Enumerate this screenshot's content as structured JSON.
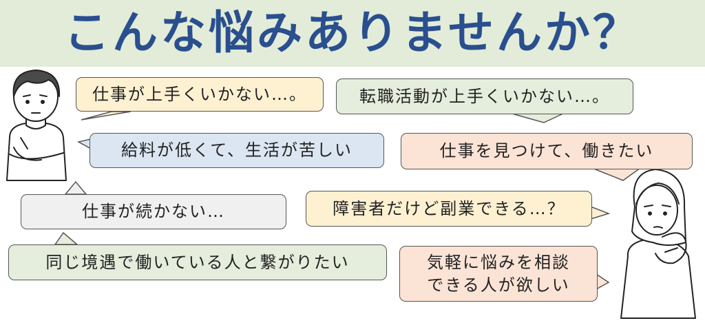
{
  "title": "こんな悩みありませんか？",
  "colors": {
    "banner": "#e2ecd8",
    "title": "#2a4f8f",
    "yellow": "#fdf1d2",
    "green": "#e5eddc",
    "blue": "#dbe6f2",
    "pink": "#fbe3d6",
    "gray": "#f0f0f0"
  },
  "bubbles": [
    {
      "text": "仕事が上手くいかない…。",
      "color": "yellow"
    },
    {
      "text": "転職活動が上手くいかない…。",
      "color": "green"
    },
    {
      "text": "給料が低くて、生活が苦しい",
      "color": "blue"
    },
    {
      "text": "仕事を見つけて、働きたい",
      "color": "pink"
    },
    {
      "text": "仕事が続かない…",
      "color": "gray"
    },
    {
      "text": "障害者だけど副業できる…？",
      "color": "yellow"
    },
    {
      "text": "同じ境遇で働いている人と繋がりたい",
      "color": "green"
    },
    {
      "text": "気軽に悩みを相談\nできる人が欲しい",
      "color": "pink"
    }
  ],
  "illustrations": [
    "worried-man-icon",
    "worried-woman-icon"
  ]
}
